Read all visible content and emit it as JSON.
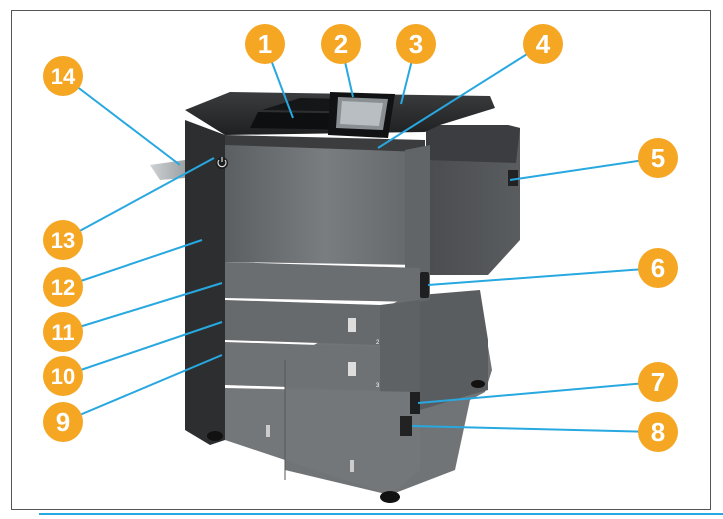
{
  "colors": {
    "callout_fill": "#f5a623",
    "callout_text": "#ffffff",
    "leader_line": "#28a8e0",
    "frame_border": "#555555",
    "bottom_rule": "#28a8e0",
    "printer_body": "#6e7173",
    "printer_dark": "#2a2c2e"
  },
  "icons": {
    "power_button": "power-button-icon",
    "control_panel": "touchscreen-control-panel-icon"
  },
  "callouts": [
    {
      "label": "1"
    },
    {
      "label": "2"
    },
    {
      "label": "3"
    },
    {
      "label": "4"
    },
    {
      "label": "5"
    },
    {
      "label": "6"
    },
    {
      "label": "7"
    },
    {
      "label": "8"
    },
    {
      "label": "9"
    },
    {
      "label": "10"
    },
    {
      "label": "11"
    },
    {
      "label": "12"
    },
    {
      "label": "13"
    },
    {
      "label": "14"
    }
  ],
  "tray_labels": {
    "tray_2": "2",
    "tray_3": "3"
  }
}
